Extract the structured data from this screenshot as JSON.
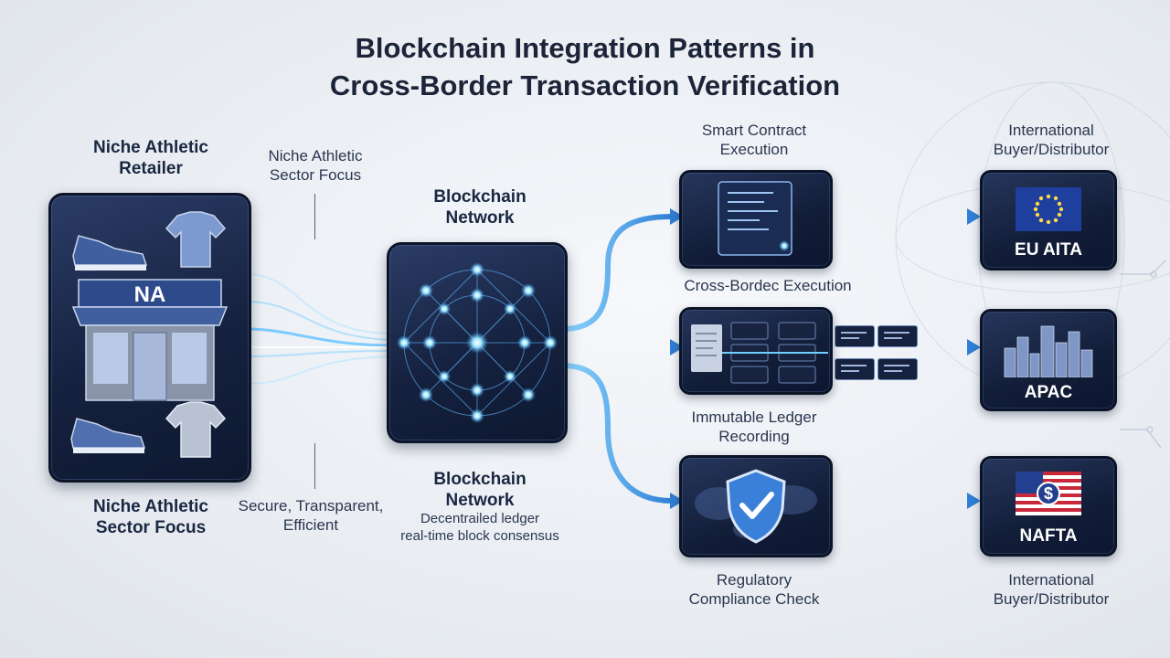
{
  "title_line1": "Blockchain Integration Patterns in",
  "title_line2": "Cross-Border Transaction Verification",
  "retailer": {
    "label_line1": "Niche Athletic",
    "label_line2": "Retailer",
    "store_sign": "NA",
    "bottom_line1": "Niche Athletic",
    "bottom_line2": "Sector Focus"
  },
  "notes": {
    "focus_line1": "Niche Athletic",
    "focus_line2": "Sector Focus",
    "secure_line1": "Secure, Transparent,",
    "secure_line2": "Efficient"
  },
  "network": {
    "top_line1": "Blockchain",
    "top_line2": "Network",
    "bottom_line1": "Blockchain",
    "bottom_line2": "Network",
    "desc_line1": "Decentrailed ledger",
    "desc_line2": "real-time block consensus"
  },
  "processes": {
    "smart_line1": "Smart Contract",
    "smart_line2": "Execution",
    "cross": "Cross-Bordec Execution",
    "ledger_line1": "Immutable Ledger",
    "ledger_line2": "Recording",
    "reg_line1": "Regulatory",
    "reg_line2": "Compliance Check"
  },
  "buyers": {
    "top_line1": "International",
    "top_line2": "Buyer/Distributor",
    "bottom_line1": "International",
    "bottom_line2": "Buyer/Distributor",
    "eu": "EU AITA",
    "apac": "APAC",
    "nafta": "NAFTA"
  },
  "colors": {
    "panel": "#15213f",
    "flow": "#3a8fe0",
    "glow": "#6fd0ff",
    "eu_flag": "#1f3f9e",
    "us_red": "#c8283a"
  }
}
